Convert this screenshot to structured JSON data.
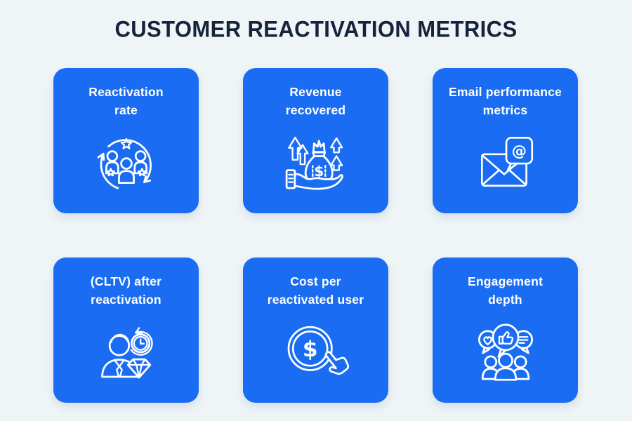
{
  "page": {
    "title": "CUSTOMER REACTIVATION METRICS",
    "background_color": "#EFF5F7",
    "title_color": "#17233D"
  },
  "theme": {
    "card_color": "#1A6DF2",
    "card_text_color": "#FFFFFF",
    "icon_stroke_color": "#FFFFFF"
  },
  "cards": [
    {
      "lines": [
        "Reactivation",
        "rate"
      ],
      "icon": "people-refresh-cycle-icon"
    },
    {
      "lines": [
        "Revenue",
        "recovered"
      ],
      "icon": "hand-money-bag-growth-icon"
    },
    {
      "lines": [
        "Email performance",
        "metrics"
      ],
      "icon": "envelope-at-bubble-icon"
    },
    {
      "lines": [
        "(CLTV) after",
        "reactivation"
      ],
      "icon": "customer-time-diamond-icon"
    },
    {
      "lines": [
        "Cost per",
        "reactivated user"
      ],
      "icon": "dollar-coin-pointer-icon"
    },
    {
      "lines": [
        "Engagement",
        "depth"
      ],
      "icon": "people-feedback-bubbles-icon"
    }
  ]
}
